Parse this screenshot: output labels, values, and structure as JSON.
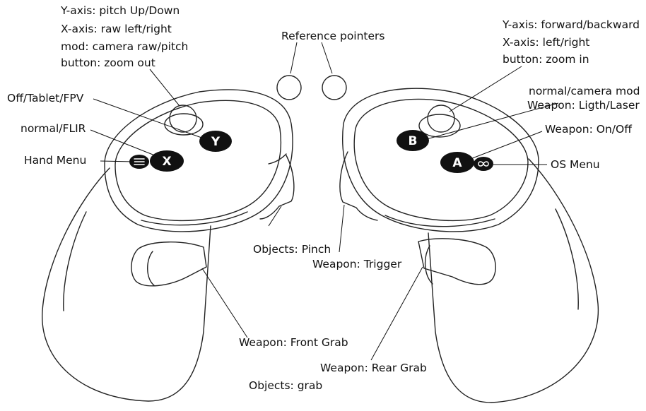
{
  "reference_pointers": "Reference pointers",
  "left": {
    "thumbstick_lines": [
      "Y-axis: pitch Up/Down",
      "X-axis: raw left/right",
      "mod: camera raw/pitch",
      "button: zoom out"
    ],
    "off_tablet_fpv": "Off/Tablet/FPV",
    "normal_flir": "normal/FLIR",
    "hand_menu": "Hand Menu",
    "objects_pinch": "Objects: Pinch",
    "weapon_front_grab": "Weapon: Front Grab",
    "objects_grab": "Objects: grab",
    "button_y": "Y",
    "button_x": "X"
  },
  "right": {
    "thumbstick_lines": [
      "Y-axis: forward/backward",
      "X-axis: left/right",
      "button: zoom in"
    ],
    "normal_camera_mod": "normal/camera mod",
    "weapon_light_laser": "Weapon: Ligth/Laser",
    "weapon_on_off": "Weapon: On/Off",
    "os_menu": "OS Menu",
    "weapon_trigger": "Weapon: Trigger",
    "weapon_rear_grab": "Weapon: Rear Grab",
    "button_b": "B",
    "button_a": "A"
  }
}
